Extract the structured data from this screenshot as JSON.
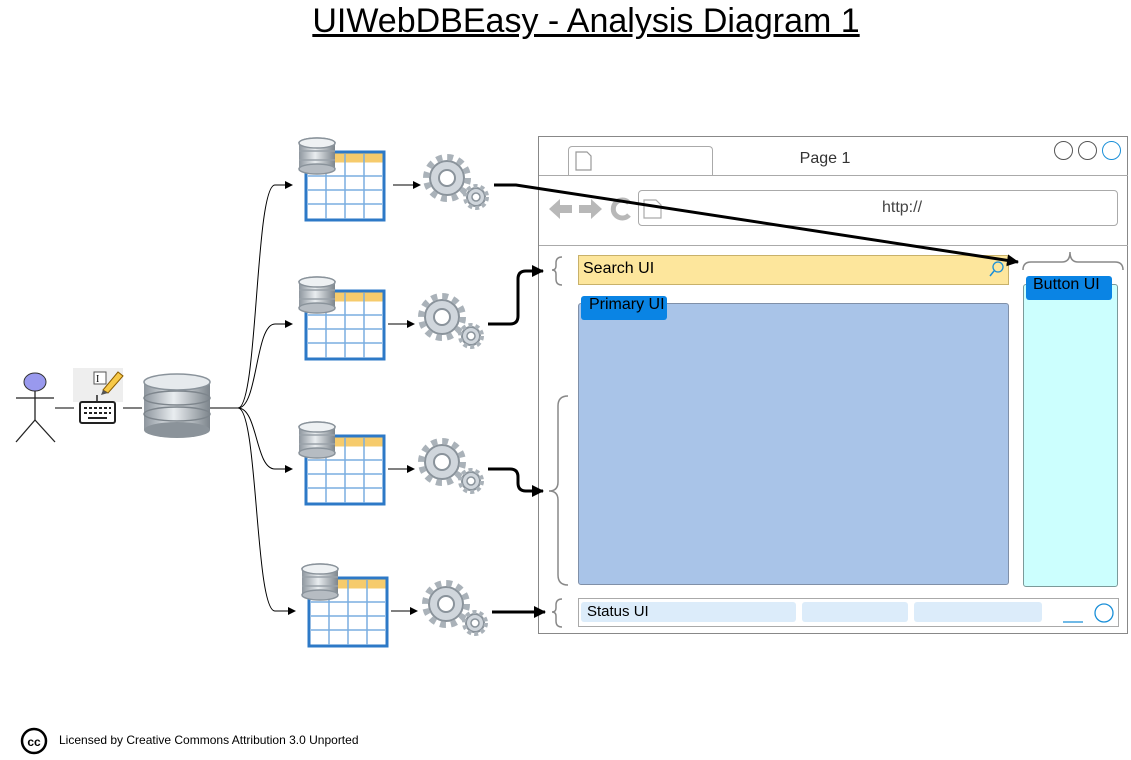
{
  "title": "UIWebDBEasy - Analysis Diagram 1",
  "browser": {
    "tab_title": "Page 1",
    "url": "http://"
  },
  "regions": {
    "search": "Search UI",
    "primary": "Primary UI",
    "button": "Button UI",
    "status": "Status UI"
  },
  "license": "Licensed by Creative Commons Attribution 3.0 Unported",
  "icons": [
    "actor-icon",
    "keyboard-edit-icon",
    "database-icon",
    "db-table-icon",
    "gears-icon",
    "search-icon",
    "page-icon",
    "back-icon",
    "forward-icon",
    "reload-icon",
    "cc-license-icon"
  ],
  "colors": {
    "search_fill": "#fde69c",
    "primary_fill": "#a9c4e8",
    "button_fill": "#ccfffe",
    "chip_blue": "#0a84e4",
    "status_seg": "#dcecfa",
    "actor_head": "#9999ee"
  }
}
